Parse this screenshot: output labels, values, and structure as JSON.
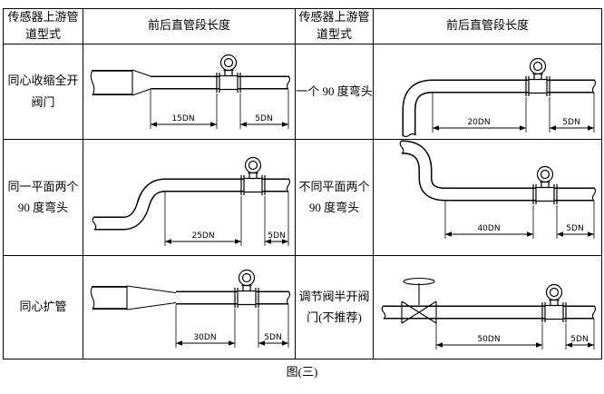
{
  "header": {
    "upstream_left": "传感器上游管道型式",
    "length_left": "前后直管段长度",
    "upstream_right": "传感器上游管道型式",
    "length_right": "前后直管段长度"
  },
  "rows": [
    {
      "left": {
        "label": "同心收缩全开阀门",
        "dim_main": "15DN",
        "dim_post": "5DN"
      },
      "right": {
        "label": "一个 90 度弯头",
        "dim_main": "20DN",
        "dim_post": "5DN"
      }
    },
    {
      "left": {
        "label": "同一平面两个 90 度弯头",
        "dim_main": "25DN",
        "dim_post": "5DN"
      },
      "right": {
        "label": "不同平面两个 90 度弯头",
        "dim_main": "40DN",
        "dim_post": "5DN"
      }
    },
    {
      "left": {
        "label": "同心扩管",
        "dim_main": "30DN",
        "dim_post": "5DN"
      },
      "right": {
        "label": "调节阀半开阀门(不推荐)",
        "dim_main": "50DN",
        "dim_post": "5DN"
      }
    }
  ],
  "caption": "图(三)"
}
